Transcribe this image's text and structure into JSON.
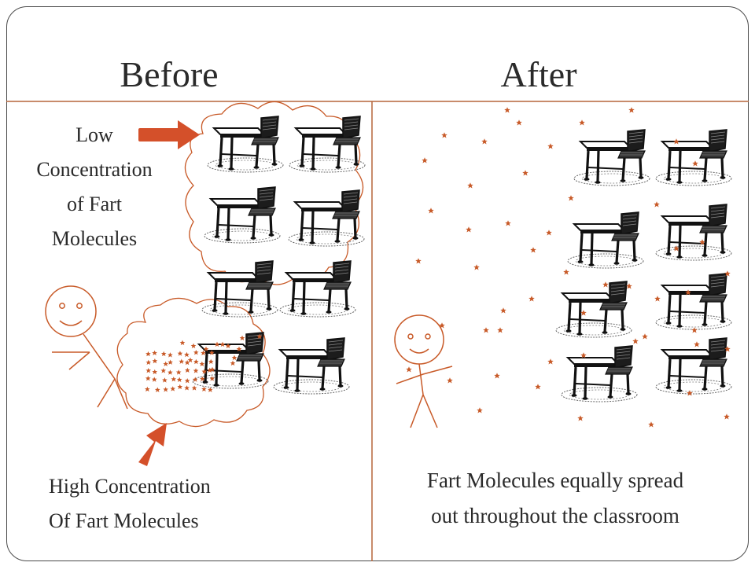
{
  "titles": {
    "left": "Before",
    "right": "After"
  },
  "labels": {
    "low": [
      "Low",
      "Concentration",
      "of Fart",
      "Molecules"
    ],
    "high": [
      "High Concentration",
      "Of Fart Molecules"
    ],
    "after": [
      "Fart Molecules equally spread",
      "out throughout the classroom"
    ]
  },
  "colors": {
    "molecule": "#c85a28",
    "arrow": "#d4502a",
    "divider": "#b5653a",
    "ink": "#2a2a2a"
  }
}
